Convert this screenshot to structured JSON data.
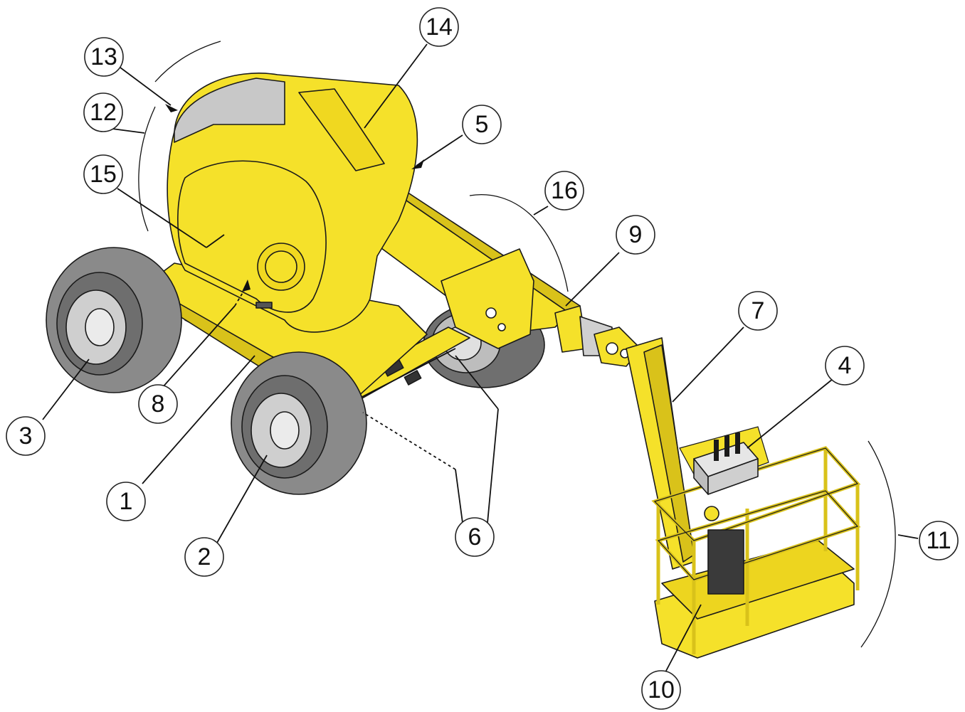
{
  "figure": {
    "subject": "articulating-boom-lift",
    "colors": {
      "machine_yellow": "#F5E12A",
      "machine_yellow_dark": "#D9C21A",
      "tire_gray": "#8A8A8A",
      "tire_dark": "#5E5E5E",
      "rim_light": "#D6D6D6",
      "panel_gray": "#C8C8C8",
      "outline": "#1A1A1A"
    }
  },
  "callouts": [
    {
      "id": "c1",
      "label": "1"
    },
    {
      "id": "c2",
      "label": "2"
    },
    {
      "id": "c3",
      "label": "3"
    },
    {
      "id": "c4",
      "label": "4"
    },
    {
      "id": "c5",
      "label": "5"
    },
    {
      "id": "c6",
      "label": "6"
    },
    {
      "id": "c7",
      "label": "7"
    },
    {
      "id": "c8",
      "label": "8"
    },
    {
      "id": "c9",
      "label": "9"
    },
    {
      "id": "c10",
      "label": "10"
    },
    {
      "id": "c11",
      "label": "11"
    },
    {
      "id": "c12",
      "label": "12"
    },
    {
      "id": "c13",
      "label": "13"
    },
    {
      "id": "c14",
      "label": "14"
    },
    {
      "id": "c15",
      "label": "15"
    },
    {
      "id": "c16",
      "label": "16"
    }
  ]
}
